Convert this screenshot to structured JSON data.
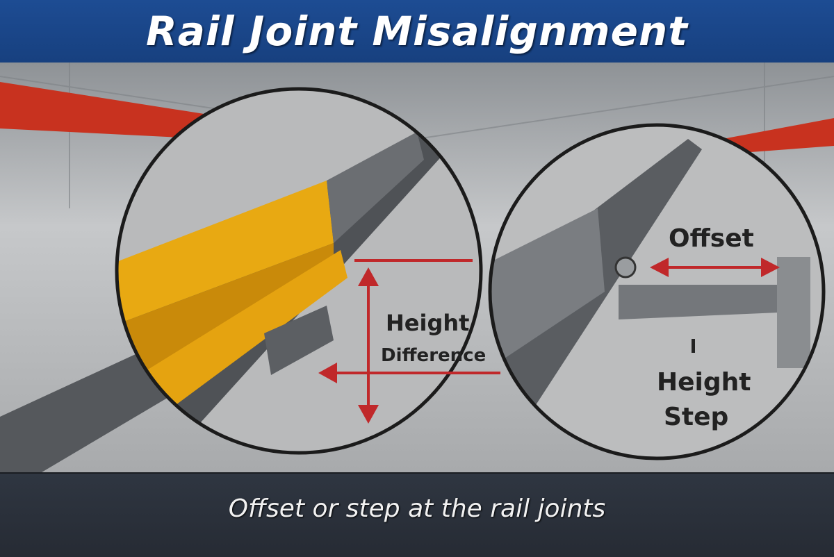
{
  "title": "Rail Joint Misalignment",
  "caption": "Offset or step at the rail joints",
  "left_callout": {
    "line1": "Height",
    "line2": "Difference"
  },
  "right_callout": {
    "offset": "Offset",
    "step_line1": "Height",
    "step_line2": "Step"
  },
  "colors": {
    "banner": "#1d4c93",
    "footer": "#2b313c",
    "arrow": "#c0282a",
    "yellow_rail": "#e8a912",
    "red_beam": "#c8321f"
  }
}
